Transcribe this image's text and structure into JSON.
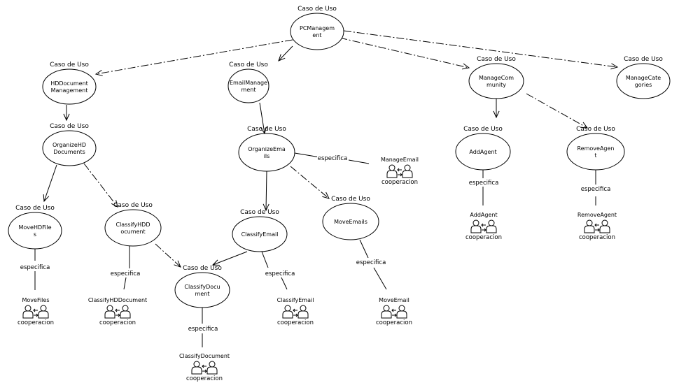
{
  "stereotype": "Caso de Uso",
  "relation_label": "especifica",
  "cooperation_label": "cooperacion",
  "use_cases": [
    {
      "id": "pc",
      "lines": [
        "PCManagem",
        "ent"
      ]
    },
    {
      "id": "hdd",
      "lines": [
        "HDDocument",
        "Management"
      ]
    },
    {
      "id": "email",
      "lines": [
        "EmailManage",
        "ment"
      ]
    },
    {
      "id": "comm",
      "lines": [
        "ManageCom",
        "munity"
      ]
    },
    {
      "id": "cat",
      "lines": [
        "ManageCate",
        "gories"
      ]
    },
    {
      "id": "orghd",
      "lines": [
        "OrganizeHD",
        "Documents"
      ]
    },
    {
      "id": "orgemail",
      "lines": [
        "OrganizeEma",
        "ils"
      ]
    },
    {
      "id": "addagent",
      "lines": [
        "AddAgent"
      ]
    },
    {
      "id": "rmagent",
      "lines": [
        "RemoveAgen",
        "t"
      ]
    },
    {
      "id": "movehd",
      "lines": [
        "MoveHDFile",
        "s"
      ]
    },
    {
      "id": "classhdd",
      "lines": [
        "ClassifyHDD",
        "ocument"
      ]
    },
    {
      "id": "classemail",
      "lines": [
        "ClassifyEmail"
      ]
    },
    {
      "id": "moveemails",
      "lines": [
        "MoveEmails"
      ]
    },
    {
      "id": "classdoc",
      "lines": [
        "ClassifyDocu",
        "ment"
      ]
    }
  ],
  "cooperations": [
    {
      "id": "manageemail",
      "name": "ManageEmail"
    },
    {
      "id": "addagent_c",
      "name": "AddAgent"
    },
    {
      "id": "rmagent_c",
      "name": "RemoveAgent"
    },
    {
      "id": "movefiles_c",
      "name": "MoveFiles"
    },
    {
      "id": "classhdd_c",
      "name": "ClassifyHDDocument"
    },
    {
      "id": "classdoc_c",
      "name": "ClassifyDocument"
    },
    {
      "id": "classemail_c",
      "name": "ClassifyEmail"
    },
    {
      "id": "moveemail_c",
      "name": "MoveEmail"
    }
  ]
}
